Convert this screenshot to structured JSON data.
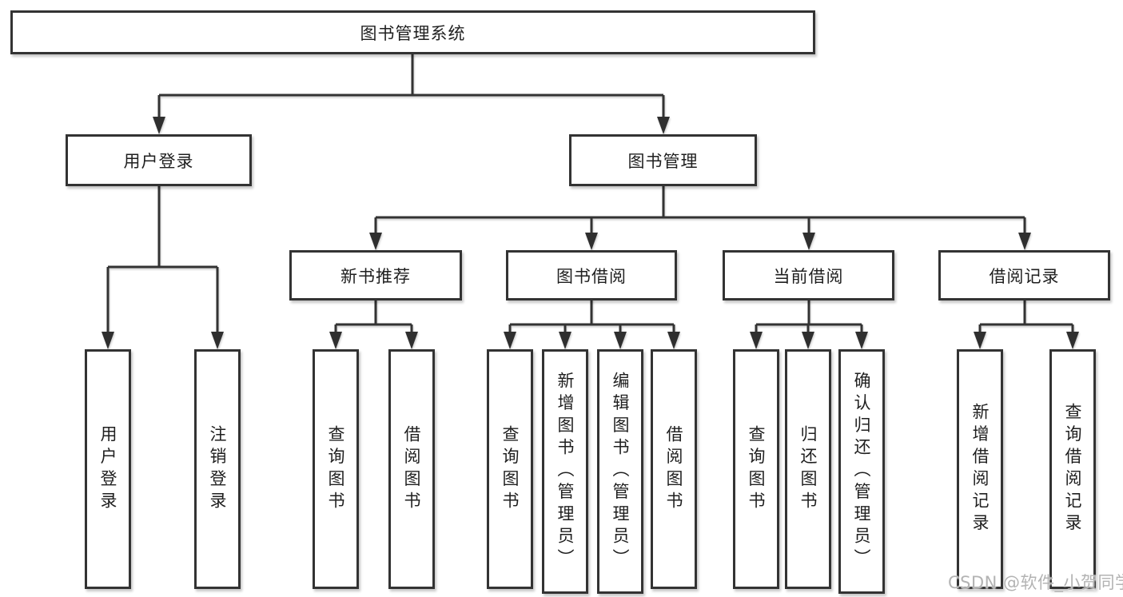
{
  "colors": {
    "line": "#333333",
    "box_border": "#333333",
    "box_fill": "#ffffff",
    "text": "#1f1f1f",
    "watermark_text": "#b3b3b3",
    "background": "#ffffff"
  },
  "watermark": "CSDN @软件_小贺同学",
  "tree": {
    "root": {
      "label": "图书管理系统",
      "children": [
        {
          "label": "用户登录",
          "children": [
            {
              "label": "用户登录"
            },
            {
              "label": "注销登录"
            }
          ]
        },
        {
          "label": "图书管理",
          "children": [
            {
              "label": "新书推荐",
              "children": [
                {
                  "label": "查询图书"
                },
                {
                  "label": "借阅图书"
                }
              ]
            },
            {
              "label": "图书借阅",
              "children": [
                {
                  "label": "查询图书"
                },
                {
                  "label": "新增图书（管理员）"
                },
                {
                  "label": "编辑图书（管理员）"
                },
                {
                  "label": "借阅图书"
                }
              ]
            },
            {
              "label": "当前借阅",
              "children": [
                {
                  "label": "查询图书"
                },
                {
                  "label": "归还图书"
                },
                {
                  "label": "确认归还（管理员）"
                }
              ]
            },
            {
              "label": "借阅记录",
              "children": [
                {
                  "label": "新增借阅记录"
                },
                {
                  "label": "查询借阅记录"
                }
              ]
            }
          ]
        }
      ]
    }
  }
}
